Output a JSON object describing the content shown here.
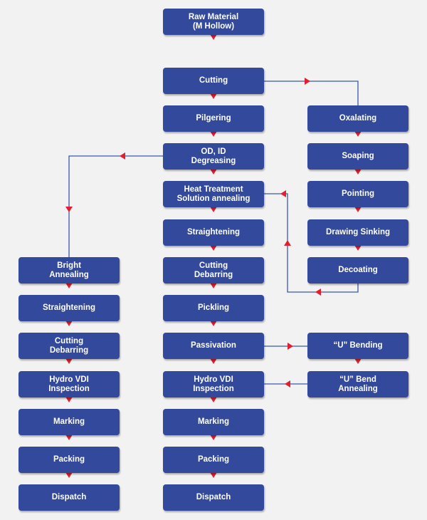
{
  "colors": {
    "box": "#33499c",
    "line": "#3a58a8",
    "arrow": "#e0202e",
    "background": "#f2f2f2"
  },
  "steps": {
    "raw_material": "Raw Material\n(M Hollow)",
    "cutting": "Cutting",
    "pilgering": "Pilgering",
    "degreasing": "OD, ID\nDegreasing",
    "heat_treatment": "Heat Treatment\nSolution annealing",
    "straightening_center": "Straightening",
    "cutting_debarring_center": "Cutting\nDebarring",
    "pickling": "Pickling",
    "passivation": "Passivation",
    "hydro_center": "Hydro VDI\nInspection",
    "marking_center": "Marking",
    "packing_center": "Packing",
    "dispatch_center": "Dispatch",
    "oxalating": "Oxalating",
    "soaping": "Soaping",
    "pointing": "Pointing",
    "drawing_sinking": "Drawing Sinking",
    "decoating": "Decoating",
    "u_bending": "“U” Bending",
    "u_bend_annealing": "“U” Bend\nAnnealing",
    "bright_annealing": "Bright\nAnnealing",
    "straightening_left": "Straightening",
    "cutting_debarring_left": "Cutting\nDebarring",
    "hydro_left": "Hydro VDI\nInspection",
    "marking_left": "Marking",
    "packing_left": "Packing",
    "dispatch_left": "Dispatch"
  }
}
